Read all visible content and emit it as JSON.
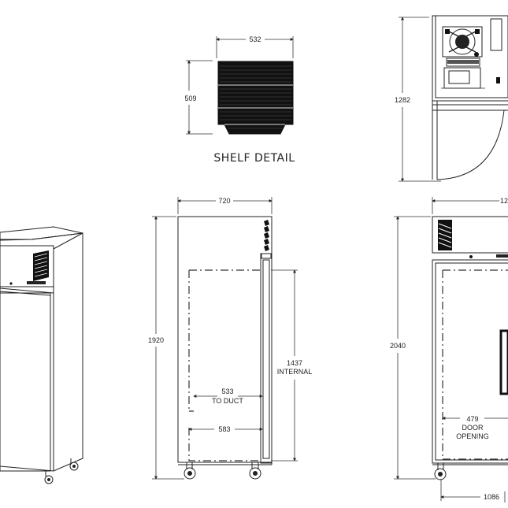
{
  "shelf": {
    "title": "SHELF DETAIL",
    "width": "532",
    "depth": "509"
  },
  "top_view": {
    "depth": "1282"
  },
  "front_view": {
    "width": "720",
    "height": "1920",
    "internal_height": "1437",
    "internal_label": "INTERNAL",
    "duct_width": "533",
    "duct_label": "TO DUCT",
    "internal_width": "583"
  },
  "side_view": {
    "top_width_partial": "12",
    "height": "2040",
    "door_opening": "479",
    "door_opening_label_1": "DOOR",
    "door_opening_label_2": "OPENING",
    "base_depth": "1086"
  }
}
